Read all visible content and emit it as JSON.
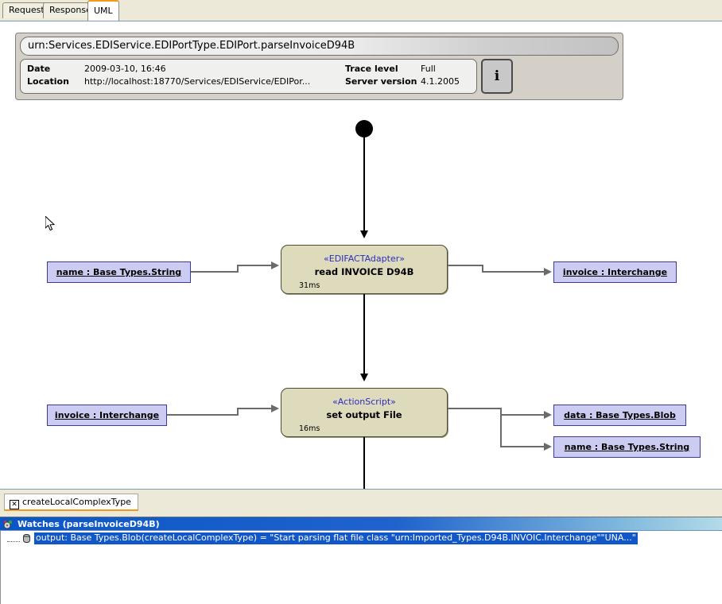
{
  "window": {
    "tabs": [
      {
        "label": "Request",
        "active": false
      },
      {
        "label": "Response",
        "active": false
      },
      {
        "label": "UML",
        "active": true
      }
    ]
  },
  "trace_header": {
    "title": "urn:Services.EDIService.EDIPortType.EDIPort.parseInvoiceD94B",
    "fields": [
      {
        "label": "Date",
        "value": "2009-03-10, 16:46"
      },
      {
        "label": "Location",
        "value": "http://localhost:18770/Services/EDIService/EDIPor..."
      },
      {
        "label": "Trace level",
        "value": "Full"
      },
      {
        "label": "Server version",
        "value": "4.1.2005"
      }
    ],
    "info_button_label": "i"
  },
  "diagram": {
    "start_node": "initial-node",
    "activities": [
      {
        "stereotype": "«EDIFACTAdapter»",
        "name": "read INVOICE D94B",
        "duration": "31ms",
        "inputs": [
          "name : Base Types.String"
        ],
        "outputs": [
          "invoice : Interchange"
        ]
      },
      {
        "stereotype": "«ActionScript»",
        "name": "set output File",
        "duration": "16ms",
        "inputs": [
          "invoice : Interchange"
        ],
        "outputs": [
          "data : Base Types.Blob",
          "name : Base Types.String"
        ]
      }
    ]
  },
  "bottom_panel": {
    "tab": {
      "label": "createLocalComplexType",
      "close_icon": "✕"
    },
    "watches": {
      "title": "Watches (parseInvoiceD94B)",
      "rows": [
        {
          "text": "output: Base Types.Blob(createLocalComplexType) = \"Start parsing flat file class \"urn:Imported_Types.D94B.INVOIC.Interchange\"\"UNA...\""
        }
      ]
    }
  },
  "colors": {
    "accent_orange": "#f09a1e",
    "activity_fill": "#dedbbd",
    "object_fill": "#ccccf2",
    "object_border": "#3b3b8f",
    "stereotype_text": "#2c2cc0",
    "watches_header_blue": "#1157c8",
    "chrome": "#ece9d8"
  }
}
